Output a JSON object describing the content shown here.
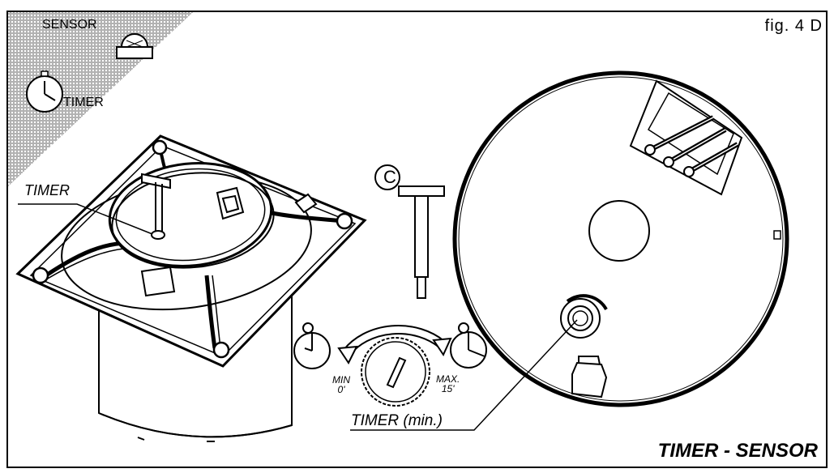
{
  "figure": {
    "label": "fig. 4 D",
    "footer_title": "TIMER - SENSOR"
  },
  "corner_legend": {
    "sensor": "SENSOR",
    "timer": "TIMER"
  },
  "fan_unit": {
    "timer_label": "TIMER"
  },
  "tool": {
    "letter": "C"
  },
  "dial": {
    "min_word": "MIN",
    "min_value": "0'",
    "max_word": "MAX.",
    "max_value": "15'",
    "title": "TIMER (min.)"
  },
  "colors": {
    "line": "#000000",
    "background": "#ffffff"
  }
}
